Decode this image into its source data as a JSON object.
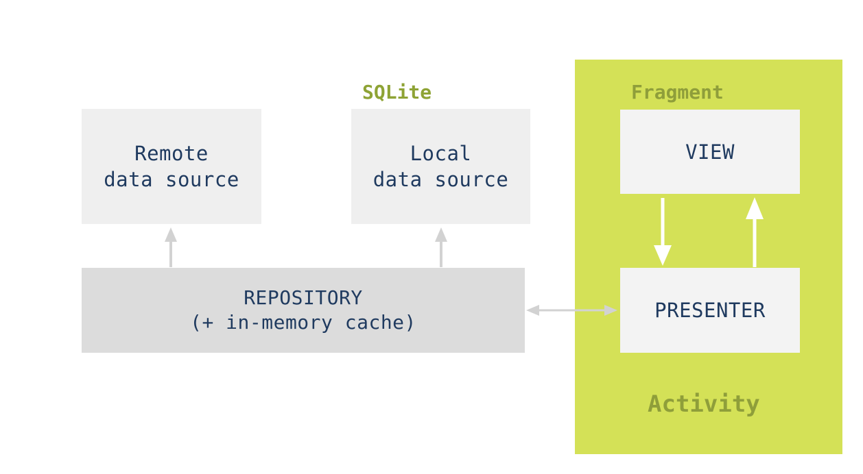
{
  "nodes": {
    "remote": {
      "lines": [
        "Remote",
        "data source"
      ]
    },
    "local": {
      "lines": [
        "Local",
        "data source"
      ]
    },
    "repository": {
      "lines": [
        "REPOSITORY",
        "(+ in-memory cache)"
      ]
    },
    "view": {
      "label": "VIEW"
    },
    "presenter": {
      "label": "PRESENTER"
    }
  },
  "labels": {
    "sqlite": "SQLite",
    "fragment": "Fragment",
    "activity": "Activity"
  },
  "colors": {
    "activity_panel": "#d4e157",
    "label_green": "#8f9e3a",
    "box_text": "#1f3a5f",
    "arrow_gray": "#d2d2d2",
    "arrow_white": "#ffffff"
  }
}
